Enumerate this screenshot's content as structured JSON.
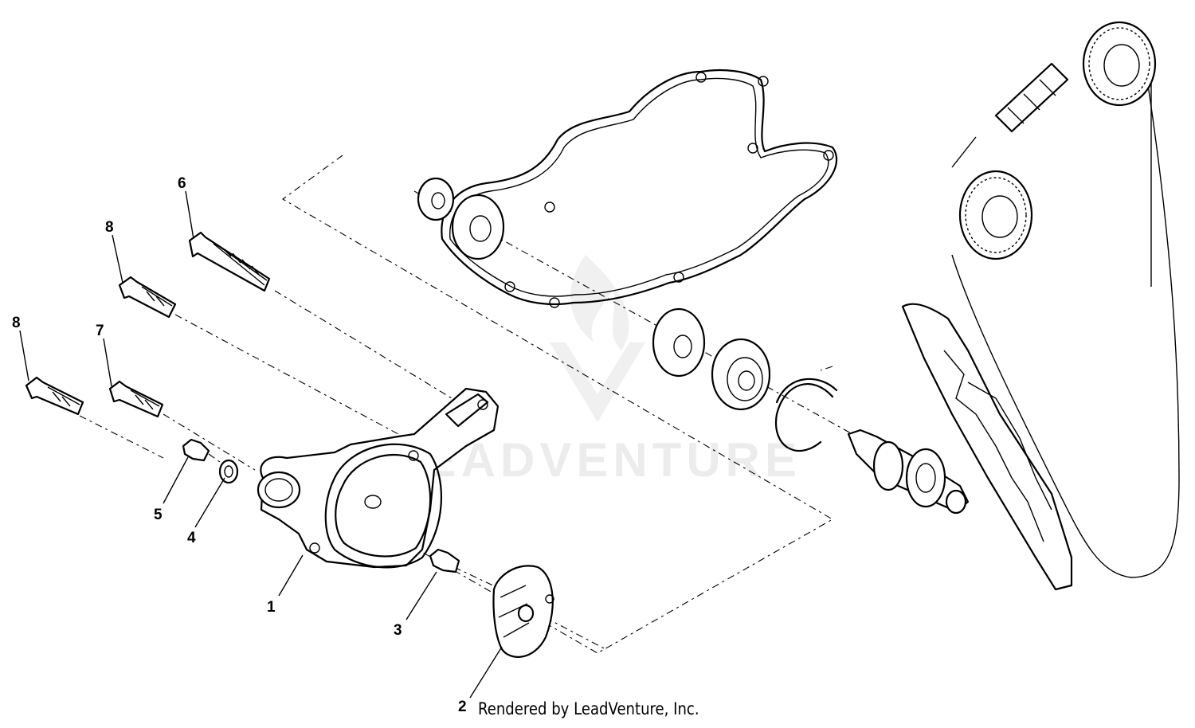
{
  "callouts": {
    "p1": "1",
    "p2": "2",
    "p3": "3",
    "p4": "4",
    "p5": "5",
    "p6": "6",
    "p7": "7",
    "p8a": "8",
    "p8b": "8"
  },
  "watermark": "LEADVENTURE",
  "footer": "Rendered by LeadVenture, Inc."
}
